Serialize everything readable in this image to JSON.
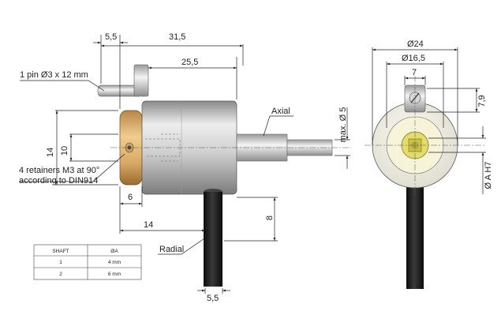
{
  "dimensions": {
    "d_5_5_top": "5,5",
    "d_31_5": "31,5",
    "d_25_5": "25,5",
    "d_14_left": "14",
    "d_10": "10",
    "d_6": "6",
    "d_14_bottom": "14",
    "d_8": "8",
    "d_5_5_bottom": "5,5",
    "d_max_5": "max. Ø 5",
    "d_24": "Ø24",
    "d_16_5": "Ø16,5",
    "d_7": "7",
    "d_7_9": "7,9",
    "d_A_H7": "Ø A H7"
  },
  "labels": {
    "pin": "1 pin Ø3 x 12 mm",
    "retainers_line1": "4 retainers M3 at 90°",
    "retainers_line2": "according to DIN914",
    "axial": "Axial",
    "radial": "Radial"
  },
  "shaft_table": {
    "headers": [
      "SHAFT",
      "ØA"
    ],
    "rows": [
      [
        "1",
        "4 mm"
      ],
      [
        "2",
        "6 mm"
      ]
    ]
  },
  "colors": {
    "body_metal": "#c8c8c8",
    "flange_brass": "#d6a86a",
    "cable": "#1a1a1a",
    "face_disc": "#f2f0e4",
    "hub_yellow": "#e8e070"
  }
}
